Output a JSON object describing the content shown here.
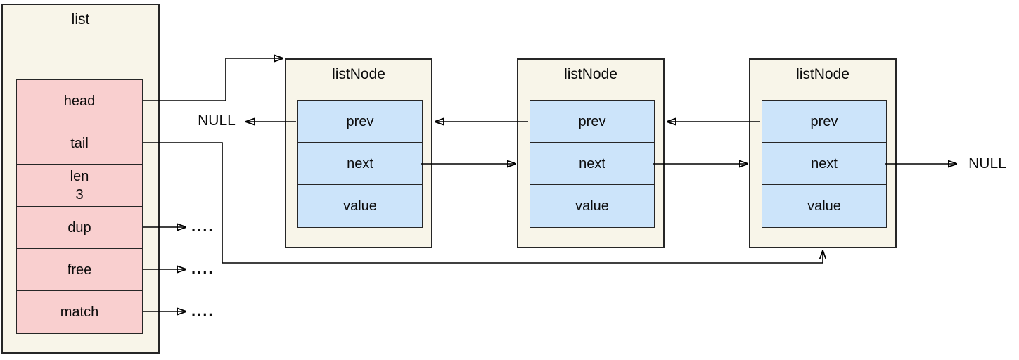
{
  "diagram": {
    "list_box": {
      "title": "list",
      "fields": [
        {
          "label": "head"
        },
        {
          "label": "tail"
        },
        {
          "label": "len",
          "value": "3"
        },
        {
          "label": "dup"
        },
        {
          "label": "free"
        },
        {
          "label": "match"
        }
      ]
    },
    "nodes": [
      {
        "title": "listNode",
        "fields": [
          {
            "label": "prev"
          },
          {
            "label": "next"
          },
          {
            "label": "value"
          }
        ]
      },
      {
        "title": "listNode",
        "fields": [
          {
            "label": "prev"
          },
          {
            "label": "next"
          },
          {
            "label": "value"
          }
        ]
      },
      {
        "title": "listNode",
        "fields": [
          {
            "label": "prev"
          },
          {
            "label": "next"
          },
          {
            "label": "value"
          }
        ]
      }
    ],
    "annotations": {
      "null_left": "NULL",
      "null_right": "NULL",
      "dup_dots": "....",
      "free_dots": "....",
      "match_dots": "...."
    },
    "colors": {
      "canvas_bg": "#ffffff",
      "container_fill": "#f8f5e9",
      "list_field_fill": "#f9cfcf",
      "node_field_fill": "#cce4fa",
      "border": "#262626",
      "arrow": "#000000"
    }
  }
}
